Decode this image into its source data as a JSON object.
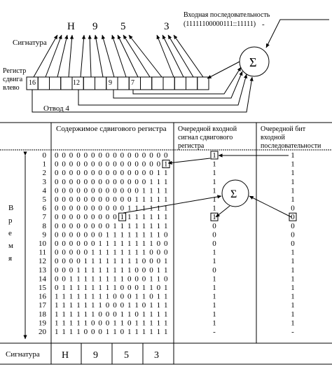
{
  "top": {
    "signature_chars": [
      "Н",
      "9",
      "5",
      "3"
    ],
    "signature_label": "Сигнатура",
    "input_seq_line1": "Входная последовательность",
    "input_seq_line2": "(11111100000111::11111)",
    "input_seq_dash": "-",
    "register_label": [
      "Регистр",
      "сдвига",
      "влево"
    ],
    "register_cell_labels": [
      "16",
      "12",
      "9",
      "7"
    ],
    "sum_symbol": "Σ",
    "tap_label": "Отвод 4"
  },
  "table": {
    "headers": {
      "col2": "Содержимое сдвигового регистра",
      "col3": [
        "Очередной входной",
        "сигнал сдвигового",
        "регистра"
      ],
      "col4": [
        "Очередной бит",
        "входной",
        "последовательности"
      ]
    },
    "time_label": [
      "В",
      "р",
      "е",
      "м",
      "я"
    ],
    "sum_symbol": "Σ",
    "rows": [
      {
        "t": "0",
        "reg": "0000000000000000",
        "in": "1",
        "seq": "1"
      },
      {
        "t": "1",
        "reg": "0000000000000001",
        "in": "1",
        "seq": "1"
      },
      {
        "t": "2",
        "reg": "0000000000000011",
        "in": "1",
        "seq": "1"
      },
      {
        "t": "3",
        "reg": "0000000000000111",
        "in": "1",
        "seq": "1"
      },
      {
        "t": "4",
        "reg": "0000000000001111",
        "in": "1",
        "seq": "1"
      },
      {
        "t": "5",
        "reg": "0000000000011111",
        "in": "1",
        "seq": "1"
      },
      {
        "t": "6",
        "reg": "0000000000111111",
        "in": "1",
        "seq": "0"
      },
      {
        "t": "7",
        "reg": "0000000001111111",
        "in": "1",
        "seq": "0"
      },
      {
        "t": "8",
        "reg": "0000000011111111",
        "in": "0",
        "seq": "0"
      },
      {
        "t": "9",
        "reg": "0000000111111110",
        "in": "0",
        "seq": "0"
      },
      {
        "t": "10",
        "reg": "0000001111111100",
        "in": "0",
        "seq": "0"
      },
      {
        "t": "11",
        "reg": "0000011111111000",
        "in": "1",
        "seq": "1"
      },
      {
        "t": "12",
        "reg": "0000111111110001",
        "in": "1",
        "seq": "1"
      },
      {
        "t": "13",
        "reg": "0001111111100011",
        "in": "0",
        "seq": "1"
      },
      {
        "t": "14",
        "reg": "0011111111000110",
        "in": "1",
        "seq": "1"
      },
      {
        "t": "15",
        "reg": "0111111110001101",
        "in": "1",
        "seq": "1"
      },
      {
        "t": "16",
        "reg": "1111111100011011",
        "in": "1",
        "seq": "1"
      },
      {
        "t": "17",
        "reg": "1111111000110111",
        "in": "1",
        "seq": "1"
      },
      {
        "t": "18",
        "reg": "1111110001101111",
        "in": "1",
        "seq": "1"
      },
      {
        "t": "19",
        "reg": "1111100011011111",
        "in": "1",
        "seq": "1"
      },
      {
        "t": "20",
        "reg": "1111000110111111",
        "in": "-",
        "seq": "-"
      }
    ],
    "signature_label": "Сигнатура",
    "signature_chars": [
      "Н",
      "9",
      "5",
      "3"
    ]
  }
}
